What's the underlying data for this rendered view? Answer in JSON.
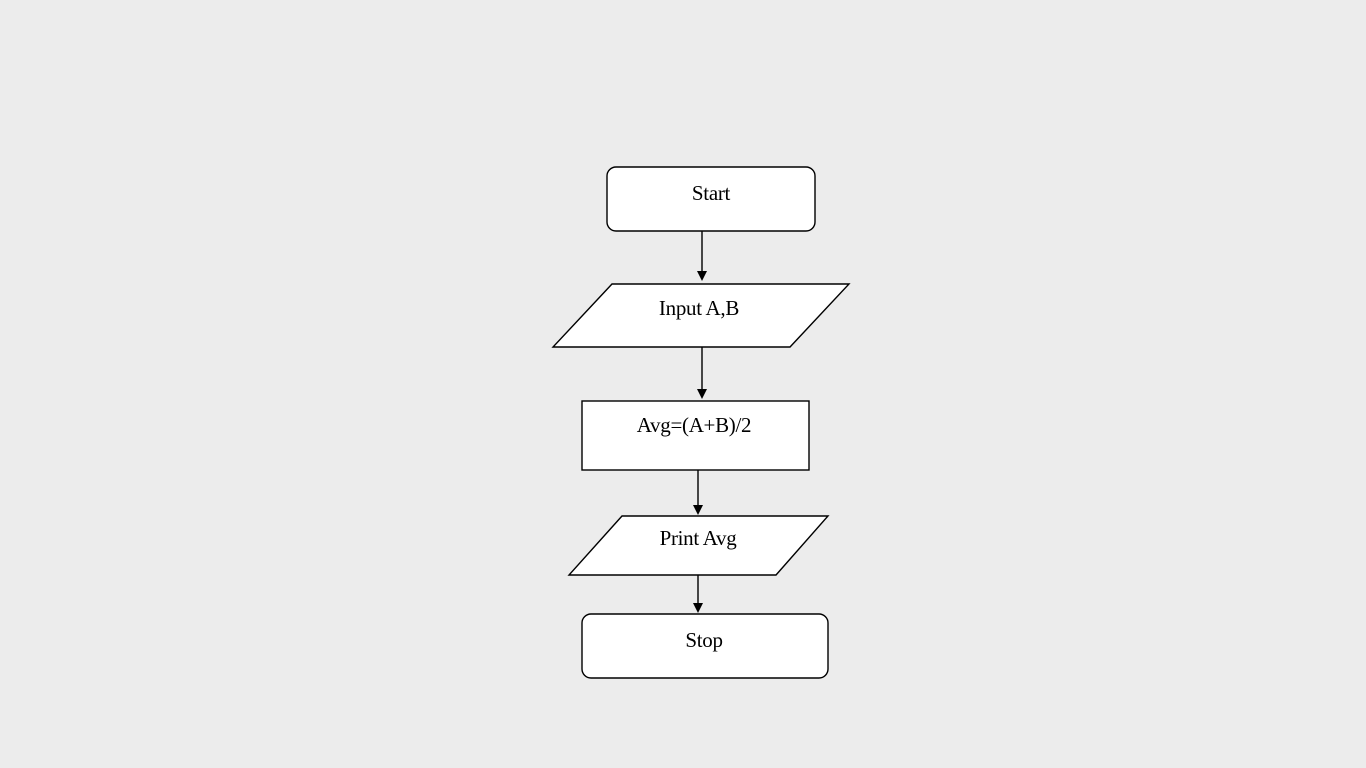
{
  "flowchart": {
    "nodes": [
      {
        "id": "start",
        "shape": "terminator",
        "label": "Start"
      },
      {
        "id": "input",
        "shape": "parallelogram",
        "label": "Input A,B"
      },
      {
        "id": "process",
        "shape": "rectangle",
        "label": "Avg=(A+B)/2"
      },
      {
        "id": "output",
        "shape": "parallelogram",
        "label": "Print Avg"
      },
      {
        "id": "stop",
        "shape": "terminator",
        "label": "Stop"
      }
    ],
    "edges": [
      {
        "from": "start",
        "to": "input"
      },
      {
        "from": "input",
        "to": "process"
      },
      {
        "from": "process",
        "to": "output"
      },
      {
        "from": "output",
        "to": "stop"
      }
    ]
  }
}
